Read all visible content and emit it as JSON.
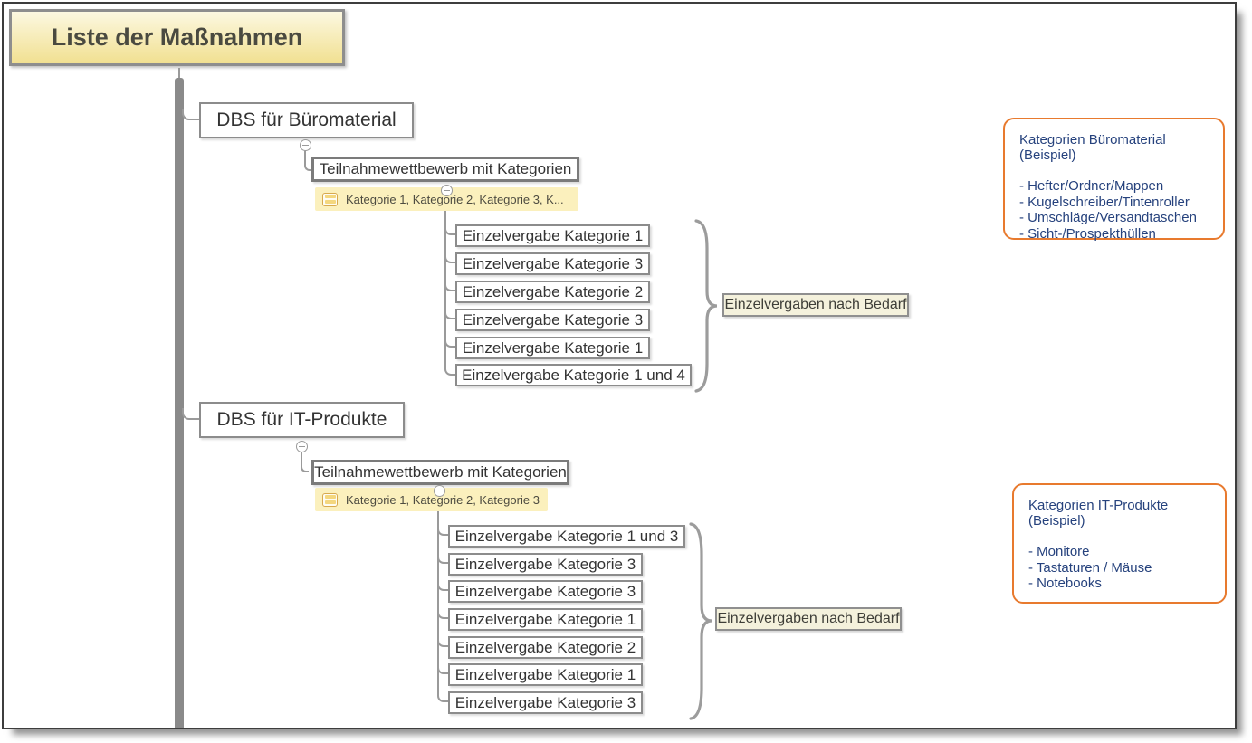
{
  "root": {
    "label": "Liste der Maßnahmen"
  },
  "branches": [
    {
      "label": "DBS für Büromaterial",
      "competition_label": "Teilnahmewettbewerb mit Kategorien",
      "categories_label": "Kategorie 1, Kategorie 2, Kategorie 3, K...",
      "items": [
        "Einzelvergabe Kategorie 1",
        "Einzelvergabe Kategorie 3",
        "Einzelvergabe Kategorie 2",
        "Einzelvergabe Kategorie 3",
        "Einzelvergabe Kategorie 1",
        "Einzelvergabe Kategorie 1 und 4"
      ],
      "brace_label": "Einzelvergaben nach Bedarf"
    },
    {
      "label": "DBS für IT-Produkte",
      "competition_label": "Teilnahmewettbewerb mit Kategorien",
      "categories_label": "Kategorie 1, Kategorie 2, Kategorie 3",
      "items": [
        "Einzelvergabe Kategorie 1 und 3",
        "Einzelvergabe Kategorie 3",
        "Einzelvergabe Kategorie 3",
        "Einzelvergabe Kategorie 1",
        "Einzelvergabe Kategorie 2",
        "Einzelvergabe Kategorie 1",
        "Einzelvergabe Kategorie 3"
      ],
      "brace_label": "Einzelvergaben nach Bedarf"
    }
  ],
  "notes": [
    {
      "title": "Kategorien Büromaterial (Beispiel)",
      "items": [
        "- Hefter/Ordner/Mappen",
        "- Kugelschreiber/Tintenroller",
        "- Umschläge/Versandtaschen",
        "- Sicht-/Prospekthüllen"
      ]
    },
    {
      "title": "Kategorien IT-Produkte (Beispiel)",
      "items": [
        "- Monitore",
        "- Tastaturen / Mäuse",
        "- Notebooks"
      ]
    }
  ],
  "icons": {
    "collapse_toggle": "minus-circle",
    "category_marker": "stacked-rows"
  },
  "colors": {
    "note_border_orange": "#E87A2E",
    "note_text_blue": "#26427D",
    "category_highlight_yellow": "#FBF0BD",
    "callout_cream": "#F4F1DC",
    "connector_gray": "#8A8A8A",
    "root_gradient_top": "#FCF8E1",
    "root_gradient_bottom": "#F1E091"
  }
}
